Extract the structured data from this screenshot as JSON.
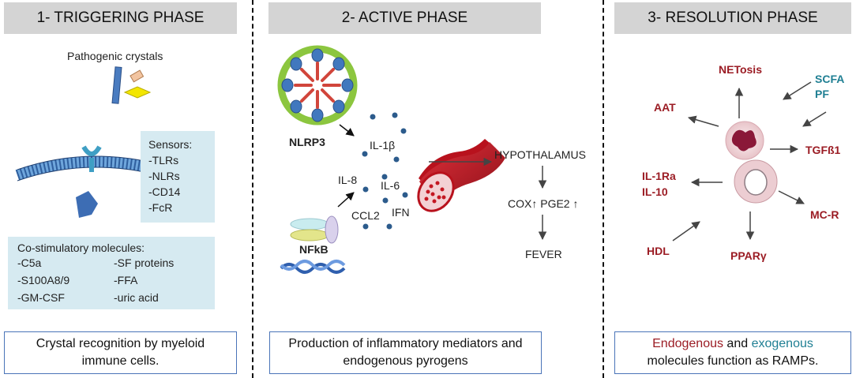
{
  "phases": [
    {
      "title": "1- TRIGGERING PHASE",
      "caption_line1": "Crystal recognition by myeloid",
      "caption_line2": "immune cells."
    },
    {
      "title": "2- ACTIVE PHASE",
      "caption_line1": "Production of inflammatory mediators and",
      "caption_line2": "endogenous pyrogens"
    },
    {
      "title": "3- RESOLUTION PHASE",
      "caption_endogenous": "Endogenous",
      "caption_and": " and ",
      "caption_exogenous": "exogenous",
      "caption_line2": "molecules function as RAMPs."
    }
  ],
  "triggering": {
    "crystals_label": "Pathogenic crystals",
    "sensors_title": "Sensors:",
    "sensors": [
      "-TLRs",
      "-NLRs",
      "-CD14",
      "-FcR"
    ],
    "costim_title": "Co-stimulatory molecules:",
    "costim_left": [
      "-C5a",
      "-S100A8/9",
      "-GM-CSF"
    ],
    "costim_right": [
      "-SF proteins",
      "-FFA",
      "-uric acid"
    ]
  },
  "active": {
    "nlrp3": "NLRP3",
    "nfkb": "NFkB",
    "il1b": "IL-1β",
    "il8": "IL-8",
    "il6": "IL-6",
    "ccl2": "CCL2",
    "ifn": "IFN",
    "hypothalamus": "HYPOTHALAMUS",
    "cox_pge2": "COX↑ PGE2 ↑",
    "fever": "FEVER"
  },
  "resolution": {
    "netosis": "NETosis",
    "scfa": "SCFA",
    "pf": "PF",
    "aat": "AAT",
    "tgfb1": "TGFß1",
    "il1ra": "IL-1Ra",
    "il10": "IL-10",
    "mcr": "MC-R",
    "hdl": "HDL",
    "ppar": "PPARγ"
  },
  "colors": {
    "header_bg": "#d4d4d4",
    "caption_border": "#4a74b8",
    "box_bg": "#d6eaf1",
    "endogenous": "#9b1c24",
    "exogenous": "#1f7f93",
    "dot": "#2c5b8c"
  },
  "icons": [
    "crystal-icon",
    "membrane-icon",
    "receptor-icon",
    "inflammasome-icon",
    "nfkb-icon",
    "dna-icon",
    "blood-vessel-icon",
    "neutrophil-icon",
    "macrophage-icon",
    "arrow-icon"
  ]
}
